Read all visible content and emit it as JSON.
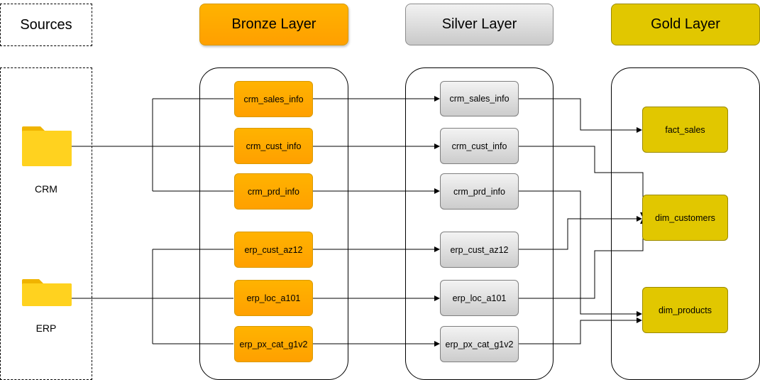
{
  "headers": {
    "sources": "Sources",
    "bronze": "Bronze Layer",
    "silver": "Silver Layer",
    "gold": "Gold Layer"
  },
  "sources": {
    "crm": "CRM",
    "erp": "ERP"
  },
  "bronze_tables": [
    "crm_sales_info",
    "crm_cust_info",
    "crm_prd_info",
    "erp_cust_az12",
    "erp_loc_a101",
    "erp_px_cat_g1v2"
  ],
  "silver_tables": [
    "crm_sales_info",
    "crm_cust_info",
    "crm_prd_info",
    "erp_cust_az12",
    "erp_loc_a101",
    "erp_px_cat_g1v2"
  ],
  "gold_tables": [
    "fact_sales",
    "dim_customers",
    "dim_products"
  ],
  "icons": {
    "source_folder": "folder-icon"
  },
  "colors": {
    "bronze": "#ffa800",
    "silver": "#d9d9d9",
    "gold": "#e1c700",
    "folder": "#ffd21f"
  }
}
